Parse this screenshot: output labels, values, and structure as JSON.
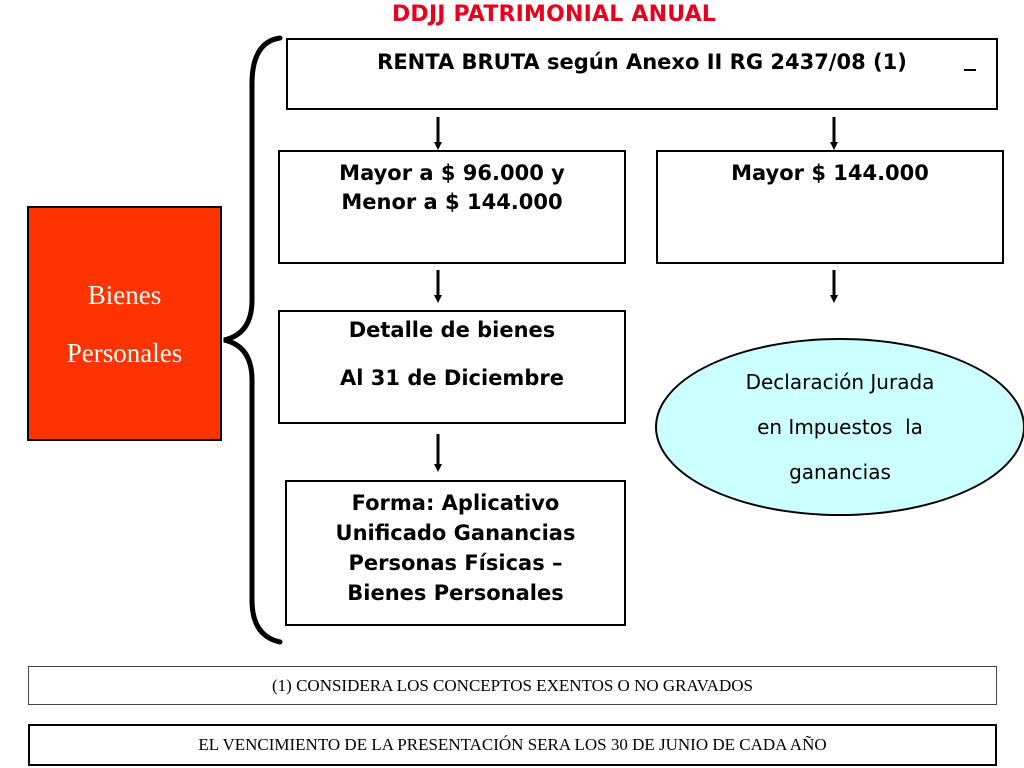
{
  "title": "DDJJ PATRIMONIAL ANUAL",
  "top_box": {
    "text": "RENTA BRUTA según Anexo II RG 2437/08 (1)"
  },
  "mid_left_box": {
    "line1": "Mayor a $ 96.000 y",
    "line2": "Menor a $ 144.000"
  },
  "mid_right_box": {
    "text": "Mayor $ 144.000"
  },
  "detail_box": {
    "line1": "Detalle de bienes",
    "line2": "Al 31 de Diciembre"
  },
  "form_box": {
    "line1": "Forma: Aplicativo",
    "line2": "Unificado Ganancias",
    "line3": "Personas Físicas –",
    "line4": "Bienes Personales"
  },
  "bienes_box": {
    "line1": "Bienes",
    "line2": "Personales",
    "color": "#ff3300"
  },
  "ellipse": {
    "line1": "Declaración Jurada",
    "line2": "en Impuestos  la",
    "line3": "ganancias",
    "color": "#ccffff"
  },
  "note1": "(1) CONSIDERA  LOS CONCEPTOS EXENTOS O NO GRAVADOS",
  "note2": "EL VENCIMIENTO DE LA PRESENTACIÓN SERA LOS 30 DE JUNIO DE CADA AÑO",
  "colors": {
    "title": "#e8001c"
  }
}
